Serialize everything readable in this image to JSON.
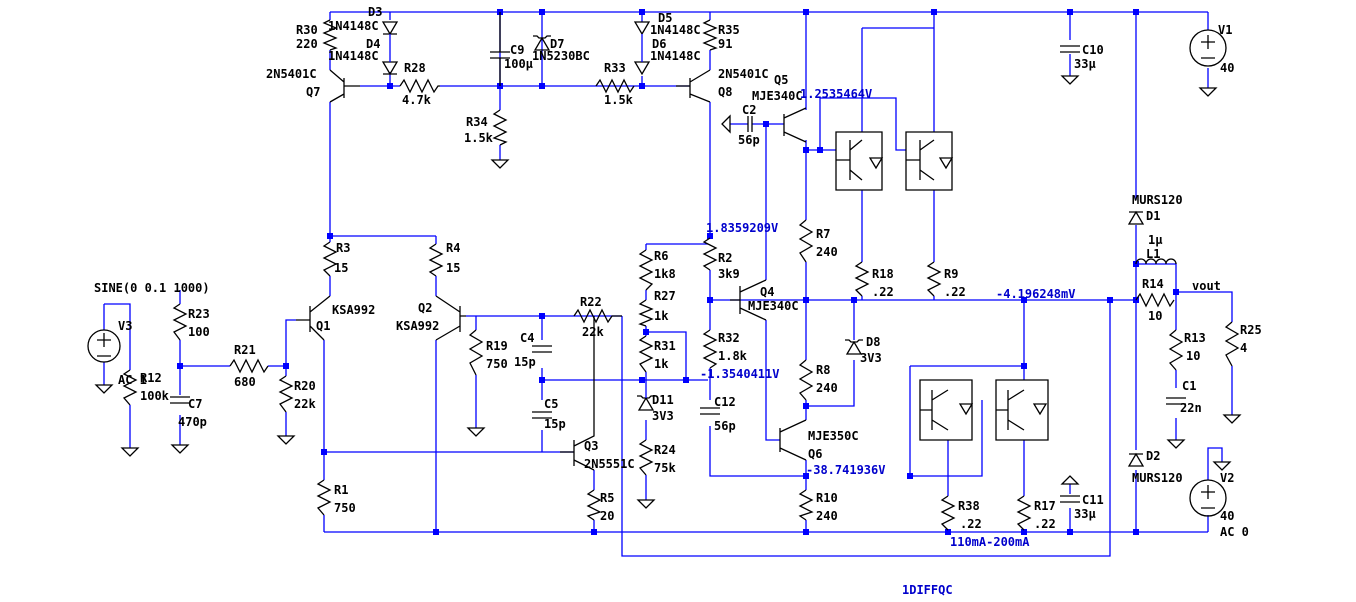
{
  "schematic": {
    "labels": {
      "R30": "R30",
      "R30v": "220",
      "D3": "D3",
      "D3m": "1N4148C",
      "D4": "D4",
      "D4m": "1N4148C",
      "Q7m": "2N5401C",
      "Q7": "Q7",
      "R28": "R28",
      "R28v": "4.7k",
      "C9": "C9",
      "C9v": "100µ",
      "D7": "D7",
      "D7m": "1N5230BC",
      "R34": "R34",
      "R34v": "1.5k",
      "R33": "R33",
      "R33v": "1.5k",
      "D5": "D5",
      "D5m": "1N4148C",
      "D6": "D6",
      "D6m": "1N4148C",
      "R35": "R35",
      "R35v": "91",
      "Q8m": "2N5401C",
      "Q8": "Q8",
      "Q5": "Q5",
      "Q5m": "MJE340C",
      "C2": "C2",
      "C2v": "56p",
      "C10": "C10",
      "C10v": "33µ",
      "V1": "V1",
      "V1v": "40",
      "R3": "R3",
      "R3v": "15",
      "R4": "R4",
      "R4v": "15",
      "Q1m": "KSA992",
      "Q1": "Q1",
      "Q2": "Q2",
      "Q2m": "KSA992",
      "sine": "SINE(0 0.1 1000)",
      "R23": "R23",
      "R23v": "100",
      "V3": "V3",
      "V3ac": "AC 1",
      "R12": "R12",
      "R12v": "100k",
      "C7": "C7",
      "C7v": "470p",
      "R21": "R21",
      "R21v": "680",
      "R20": "R20",
      "R20v": "22k",
      "R19": "R19",
      "R19v": "750",
      "C4": "C4",
      "C4v": "15p",
      "R22": "R22",
      "R22v": "22k",
      "C5": "C5",
      "C5v": "15p",
      "Q3": "Q3",
      "Q3m": "2N5551C",
      "R5": "R5",
      "R5v": "20",
      "R1": "R1",
      "R1v": "750",
      "R6": "R6",
      "R6v": "1k8",
      "R27": "R27",
      "R27v": "1k",
      "R31": "R31",
      "R31v": "1k",
      "D11": "D11",
      "D11m": "3V3",
      "R24": "R24",
      "R24v": "75k",
      "R2": "R2",
      "R2v": "3k9",
      "R32": "R32",
      "R32v": "1.8k",
      "C12": "C12",
      "C12v": "56p",
      "Q4": "Q4",
      "Q4m": "MJE340C",
      "R7": "R7",
      "R7v": "240",
      "R18": "R18",
      "R18v": ".22",
      "R9": "R9",
      "R9v": ".22",
      "D8": "D8",
      "D8m": "3V3",
      "R8": "R8",
      "R8v": "240",
      "Q6m": "MJE350C",
      "Q6": "Q6",
      "R10": "R10",
      "R10v": "240",
      "R38": "R38",
      "R38v": ".22",
      "R17": "R17",
      "R17v": ".22",
      "C11": "C11",
      "C11v": "33µ",
      "D1m": "MURS120",
      "D1": "D1",
      "L1v": "1µ",
      "L1": "L1",
      "R14": "R14",
      "R14v": "10",
      "vout": "vout",
      "R13": "R13",
      "R13v": "10",
      "R25": "R25",
      "R25v": "4",
      "C1": "C1",
      "C1v": "22n",
      "D2": "D2",
      "D2m": "MURS120",
      "V2": "V2",
      "V2v": "40",
      "V2ac": "AC 0"
    },
    "annotations": {
      "v_q5": "1.2535464V",
      "v_r2": "1.8359209V",
      "v_out_bias": "-4.196248mV",
      "v_r32": "-1.3540411V",
      "v_q6": "-38.741936V",
      "bias_current": "110mA-200mA",
      "footer": "1DIFFQC"
    }
  }
}
